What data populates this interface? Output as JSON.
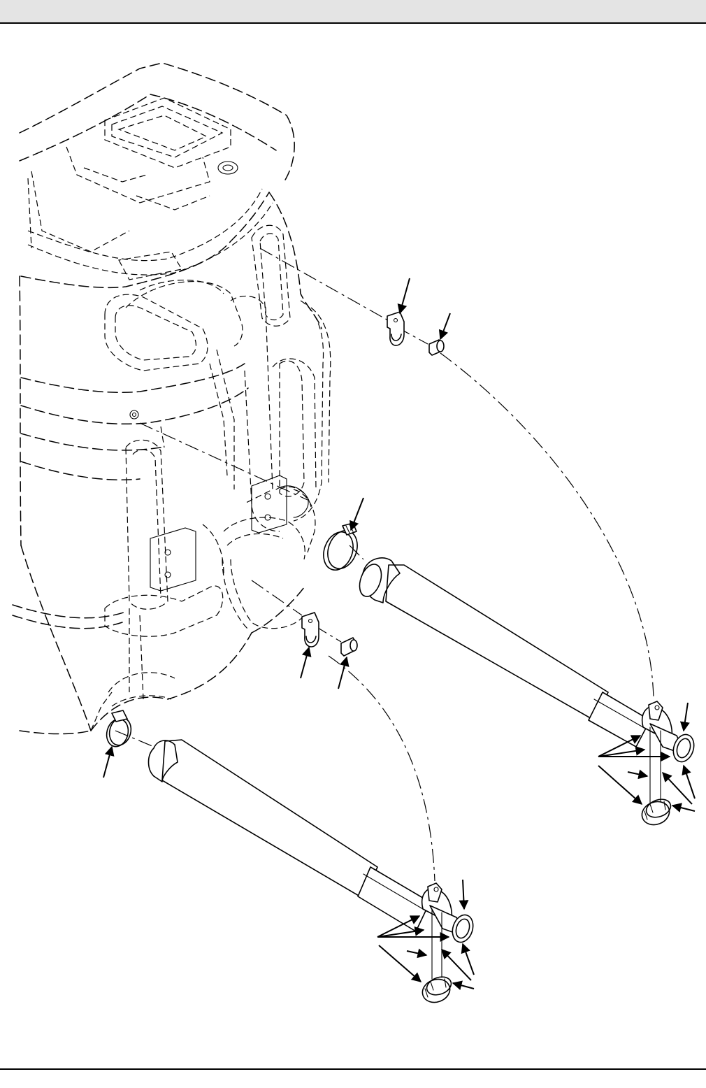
{
  "colors": {
    "header_background": "#e4e4e4",
    "line": "#000000",
    "paper": "#ffffff"
  },
  "header": {
    "title": ""
  },
  "footer": {
    "text": ""
  },
  "diagram": {
    "kind": "exploded-parts-view",
    "parts": [
      "tank-housing-phantom",
      "upper-hose-bracket",
      "upper-bracket-screw",
      "upper-hose-clamp",
      "upper-hose",
      "upper-hose-fitting",
      "upper-hose-nut",
      "lower-hose-bracket",
      "lower-bracket-screw",
      "lower-hose-clamp",
      "lower-hose",
      "lower-hose-fitting",
      "lower-hose-nut"
    ]
  }
}
